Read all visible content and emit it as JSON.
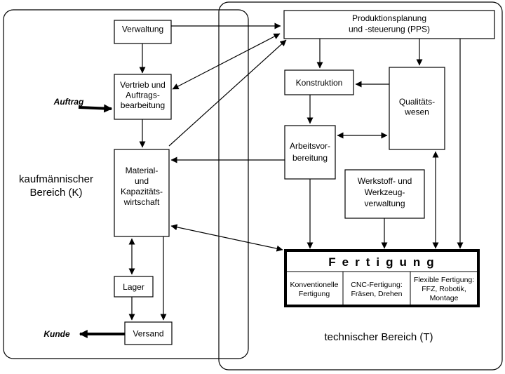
{
  "regions": {
    "kaufmaennisch": [
      "kaufmännischer",
      "Bereich (K)"
    ],
    "technisch": [
      "technischer Bereich (T)"
    ]
  },
  "nodes": {
    "verwaltung": [
      "Verwaltung"
    ],
    "pps": [
      "Produktionsplanung",
      "und -steuerung (PPS)"
    ],
    "vertrieb": [
      "Vertrieb und",
      "Auftrags-",
      "bearbeitung"
    ],
    "konstruktion": [
      "Konstruktion"
    ],
    "qualitaet": [
      "Qualitäts-",
      "wesen"
    ],
    "arbeitsvorbereitung": [
      "Arbeitsvor-",
      "bereitung"
    ],
    "material": [
      "Material-",
      "und",
      "Kapazitäts-",
      "wirtschaft"
    ],
    "werkstoff": [
      "Werkstoff- und",
      "Werkzeug-",
      "verwaltung"
    ],
    "lager": [
      "Lager"
    ],
    "versand": [
      "Versand"
    ]
  },
  "fertigung": {
    "title": "Fertigung",
    "cells": [
      [
        "Konventionelle",
        "Fertigung"
      ],
      [
        "CNC-Fertigung:",
        "Fräsen, Drehen"
      ],
      [
        "Flexible Fertigung:",
        "FFZ,  Robotik,",
        "Montage"
      ]
    ]
  },
  "external": {
    "auftrag": "Auftrag",
    "kunde": "Kunde"
  }
}
